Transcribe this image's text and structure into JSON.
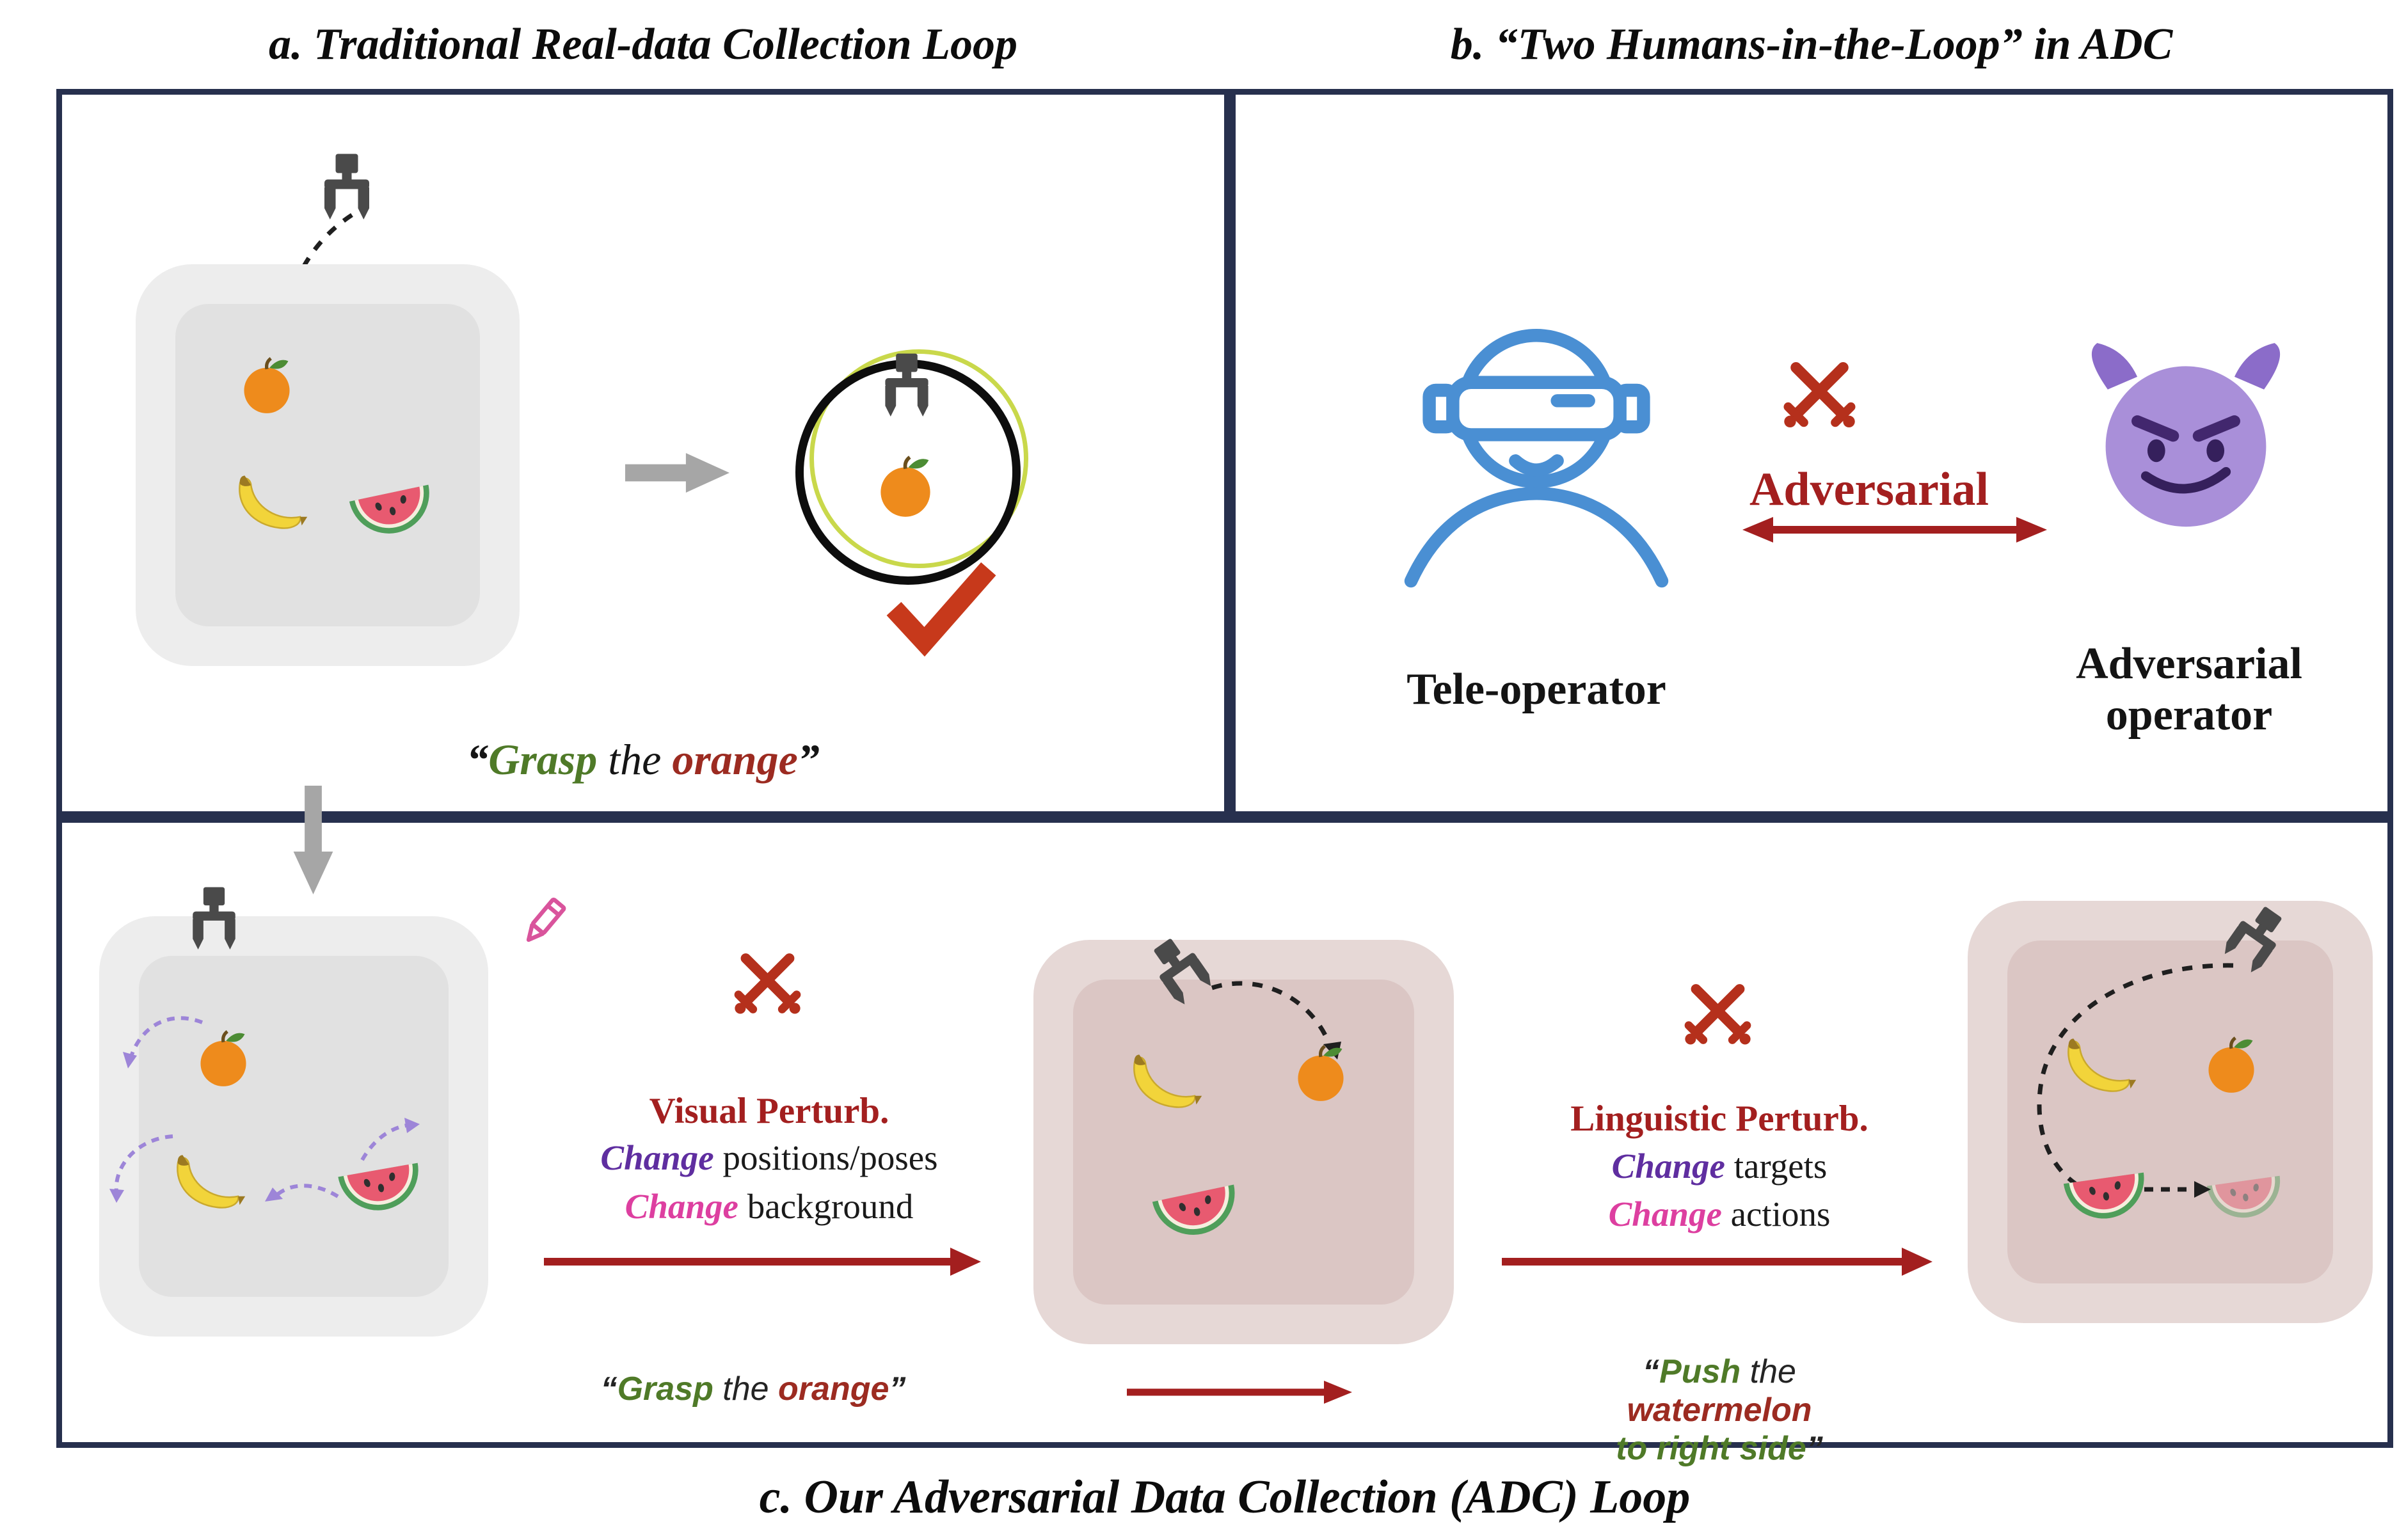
{
  "panel_a": {
    "title": "a. Traditional Real-data Collection Loop",
    "caption": {
      "pre": "“",
      "verb": "Grasp",
      "mid": " the ",
      "obj": "orange",
      "post": "”"
    }
  },
  "panel_b": {
    "title": "b. “Two Humans-in-the-Loop” in ADC",
    "adversarial_label": "Adversarial",
    "tele_operator_label": "Tele-operator",
    "adversarial_operator_line1": "Adversarial",
    "adversarial_operator_line2": "operator"
  },
  "panel_c": {
    "title": "c. Our Adversarial Data Collection (ADC) Loop",
    "visual_perturb": {
      "heading": "Visual Perturb.",
      "change1": "Change",
      "rest1": " positions/poses",
      "change2": "Change",
      "rest2": " background"
    },
    "linguistic_perturb": {
      "heading": "Linguistic Perturb.",
      "change1": "Change",
      "rest1": " targets",
      "change2": "Change",
      "rest2": " actions"
    },
    "caption_grasp": {
      "pre": "“",
      "verb": "Grasp",
      "mid": " the ",
      "obj": "orange",
      "post": "”"
    },
    "caption_push": {
      "pre": "“",
      "verb": "Push",
      "mid": " the ",
      "obj": "watermelon",
      "line2": "to right side",
      "post": "”"
    }
  },
  "colors": {
    "panel_border": "#27304e",
    "dark_red": "#a31f1f",
    "sword_red": "#b5301c",
    "verb_green": "#4f7a28",
    "object_red": "#9c2b21",
    "change_purple": "#5f2ea0",
    "change_magenta": "#dd3fa0",
    "operator_blue": "#4a8fd3",
    "devil_purple": "#a98fd9"
  },
  "icons": {
    "gripper": "robot-gripper-icon",
    "swords": "crossed-swords-icon",
    "pencil": "pencil-edit-icon",
    "check": "checkmark-icon",
    "devil": "adversarial-devil-icon",
    "vr_person": "vr-teleoperator-icon"
  }
}
